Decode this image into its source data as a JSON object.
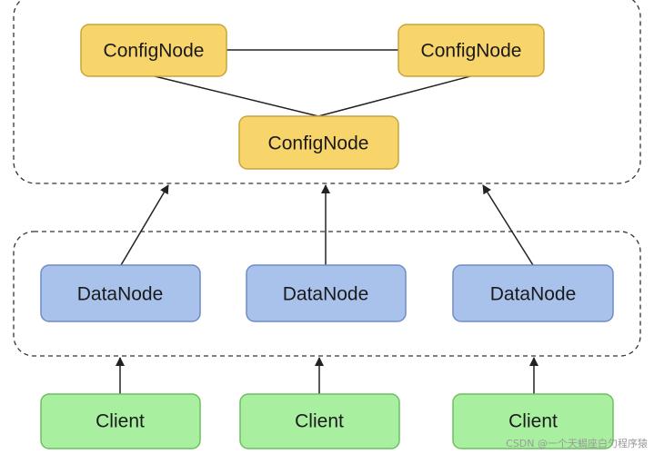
{
  "diagram": {
    "colors": {
      "config_fill": "#F8D56B",
      "config_stroke": "#C9A43A",
      "data_fill": "#A9C2EC",
      "data_stroke": "#6F8CC4",
      "client_fill": "#A8F0A0",
      "client_stroke": "#6DBE64",
      "edge": "#222222",
      "group_border": "#333333"
    },
    "config_nodes": [
      {
        "label": "ConfigNode"
      },
      {
        "label": "ConfigNode"
      },
      {
        "label": "ConfigNode"
      }
    ],
    "data_nodes": [
      {
        "label": "DataNode"
      },
      {
        "label": "DataNode"
      },
      {
        "label": "DataNode"
      }
    ],
    "clients": [
      {
        "label": "Client"
      },
      {
        "label": "Client"
      },
      {
        "label": "Client"
      }
    ]
  },
  "watermark": "CSDN @一个天蝎座白勺程序猿"
}
